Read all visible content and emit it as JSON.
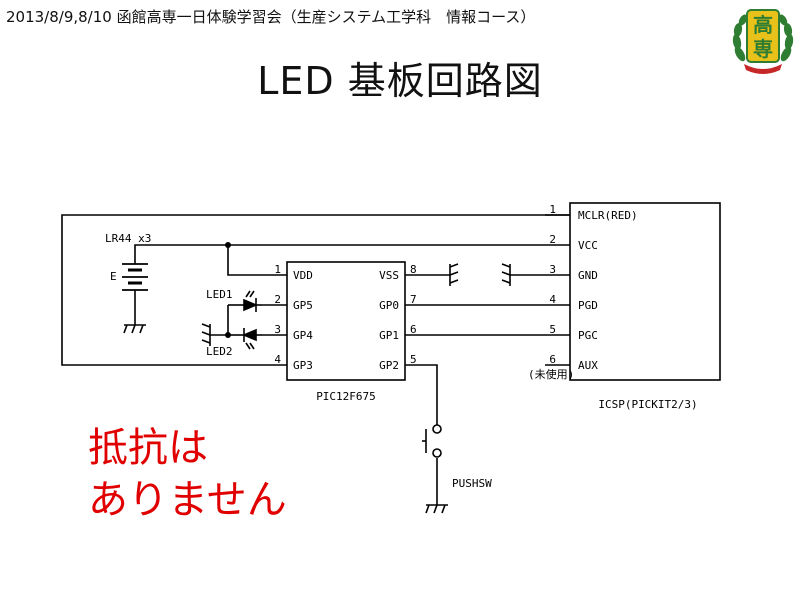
{
  "header": {
    "text": "2013/8/9,8/10 函館高専一日体験学習会（生産システム工学科　情報コース）"
  },
  "title": "LED 基板回路図",
  "emblem": {
    "text": "高専",
    "icon": "school-emblem-icon"
  },
  "schematic": {
    "ic": {
      "name": "PIC12F675",
      "left_pins": [
        {
          "num": "1",
          "label": "VDD"
        },
        {
          "num": "2",
          "label": "GP5"
        },
        {
          "num": "3",
          "label": "GP4"
        },
        {
          "num": "4",
          "label": "GP3"
        }
      ],
      "right_pins": [
        {
          "num": "8",
          "label": "VSS"
        },
        {
          "num": "7",
          "label": "GP0"
        },
        {
          "num": "6",
          "label": "GP1"
        },
        {
          "num": "5",
          "label": "GP2"
        }
      ]
    },
    "icsp": {
      "name": "ICSP(PICKIT2/3)",
      "pins": [
        {
          "num": "1",
          "label": "MCLR(RED)"
        },
        {
          "num": "2",
          "label": "VCC"
        },
        {
          "num": "3",
          "label": "GND"
        },
        {
          "num": "4",
          "label": "PGD"
        },
        {
          "num": "5",
          "label": "PGC"
        },
        {
          "num": "6",
          "label": "AUX"
        }
      ],
      "unused_note": "(未使用)"
    },
    "battery": {
      "label": "LR44 x3",
      "symbol": "E"
    },
    "led1": "LED1",
    "led2": "LED2",
    "pushsw": "PUSHSW"
  },
  "note": {
    "line1": "抵抗は",
    "line2": "ありません"
  },
  "colors": {
    "note": "#e00000",
    "emblem_green": "#2e7d32",
    "emblem_gold": "#e8c21a",
    "emblem_red": "#c62828"
  }
}
